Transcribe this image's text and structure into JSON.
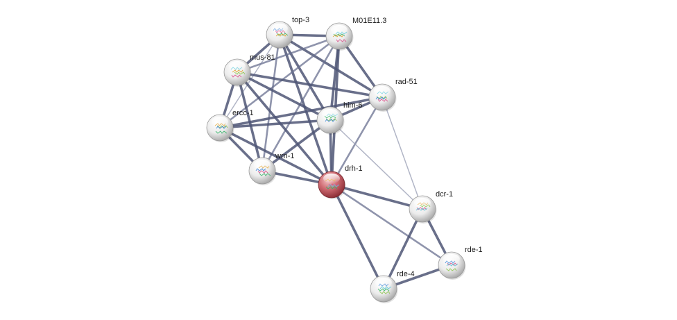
{
  "diagram": {
    "type": "protein-interaction-network",
    "query_node": "drh-1",
    "colors": {
      "node_default": "#e4e4e4",
      "node_query": "#c55a62",
      "edge": "#4f5676"
    },
    "nodes": [
      {
        "id": "top-3",
        "label": "top-3",
        "query": false
      },
      {
        "id": "M01E11.3",
        "label": "M01E11.3",
        "query": false
      },
      {
        "id": "mus-81",
        "label": "mus-81",
        "query": false
      },
      {
        "id": "rad-51",
        "label": "rad-51",
        "query": false
      },
      {
        "id": "him-6",
        "label": "him-6",
        "query": false
      },
      {
        "id": "ercc-1",
        "label": "ercc-1",
        "query": false
      },
      {
        "id": "wrn-1",
        "label": "wrn-1",
        "query": false
      },
      {
        "id": "drh-1",
        "label": "drh-1",
        "query": true
      },
      {
        "id": "dcr-1",
        "label": "dcr-1",
        "query": false
      },
      {
        "id": "rde-1",
        "label": "rde-1",
        "query": false
      },
      {
        "id": "rde-4",
        "label": "rde-4",
        "query": false
      }
    ],
    "edges": [
      {
        "source": "top-3",
        "target": "M01E11.3",
        "strength": "strong"
      },
      {
        "source": "top-3",
        "target": "mus-81",
        "strength": "strong"
      },
      {
        "source": "top-3",
        "target": "rad-51",
        "strength": "strong"
      },
      {
        "source": "top-3",
        "target": "him-6",
        "strength": "strong"
      },
      {
        "source": "top-3",
        "target": "ercc-1",
        "strength": "weak"
      },
      {
        "source": "top-3",
        "target": "wrn-1",
        "strength": "medium"
      },
      {
        "source": "top-3",
        "target": "drh-1",
        "strength": "strong"
      },
      {
        "source": "M01E11.3",
        "target": "mus-81",
        "strength": "medium"
      },
      {
        "source": "M01E11.3",
        "target": "rad-51",
        "strength": "strong"
      },
      {
        "source": "M01E11.3",
        "target": "him-6",
        "strength": "strong"
      },
      {
        "source": "M01E11.3",
        "target": "ercc-1",
        "strength": "medium"
      },
      {
        "source": "M01E11.3",
        "target": "wrn-1",
        "strength": "medium"
      },
      {
        "source": "M01E11.3",
        "target": "drh-1",
        "strength": "strong"
      },
      {
        "source": "mus-81",
        "target": "rad-51",
        "strength": "strong"
      },
      {
        "source": "mus-81",
        "target": "him-6",
        "strength": "strong"
      },
      {
        "source": "mus-81",
        "target": "ercc-1",
        "strength": "strong"
      },
      {
        "source": "mus-81",
        "target": "wrn-1",
        "strength": "strong"
      },
      {
        "source": "mus-81",
        "target": "drh-1",
        "strength": "strong"
      },
      {
        "source": "rad-51",
        "target": "him-6",
        "strength": "strong"
      },
      {
        "source": "rad-51",
        "target": "ercc-1",
        "strength": "strong"
      },
      {
        "source": "rad-51",
        "target": "drh-1",
        "strength": "medium"
      },
      {
        "source": "rad-51",
        "target": "dcr-1",
        "strength": "weak"
      },
      {
        "source": "him-6",
        "target": "ercc-1",
        "strength": "strong"
      },
      {
        "source": "him-6",
        "target": "wrn-1",
        "strength": "strong"
      },
      {
        "source": "him-6",
        "target": "drh-1",
        "strength": "strong"
      },
      {
        "source": "him-6",
        "target": "dcr-1",
        "strength": "weak"
      },
      {
        "source": "ercc-1",
        "target": "wrn-1",
        "strength": "strong"
      },
      {
        "source": "ercc-1",
        "target": "drh-1",
        "strength": "strong"
      },
      {
        "source": "wrn-1",
        "target": "drh-1",
        "strength": "strong"
      },
      {
        "source": "drh-1",
        "target": "dcr-1",
        "strength": "strong"
      },
      {
        "source": "drh-1",
        "target": "rde-1",
        "strength": "medium"
      },
      {
        "source": "drh-1",
        "target": "rde-4",
        "strength": "strong"
      },
      {
        "source": "dcr-1",
        "target": "rde-1",
        "strength": "strong"
      },
      {
        "source": "dcr-1",
        "target": "rde-4",
        "strength": "strong"
      },
      {
        "source": "rde-1",
        "target": "rde-4",
        "strength": "strong"
      }
    ]
  }
}
